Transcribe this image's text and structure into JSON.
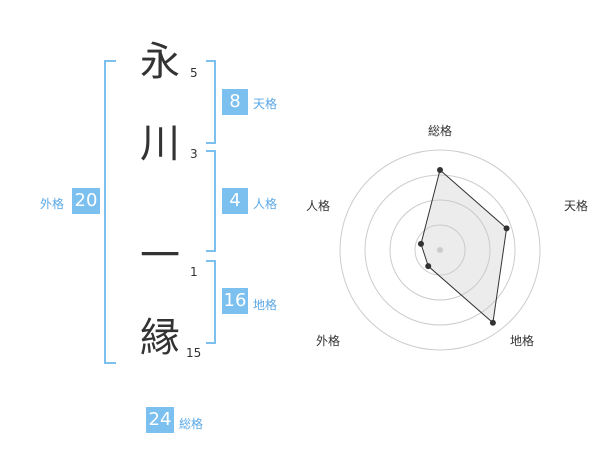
{
  "colors": {
    "accent": "#7cc0f0",
    "text": "#333333",
    "accent_text": "#5aa8e6"
  },
  "name": {
    "characters": [
      {
        "char": "永",
        "strokes": "5"
      },
      {
        "char": "川",
        "strokes": "3"
      },
      {
        "char": "一",
        "strokes": "1"
      },
      {
        "char": "縁",
        "strokes": "15"
      }
    ]
  },
  "fortune": {
    "tenkaku": {
      "value": "8",
      "label": "天格"
    },
    "jinkaku": {
      "value": "4",
      "label": "人格"
    },
    "chikaku": {
      "value": "16",
      "label": "地格"
    },
    "gaikaku": {
      "value": "20",
      "label": "外格"
    },
    "soukaku": {
      "value": "24",
      "label": "総格"
    }
  },
  "chart_data": {
    "type": "radar",
    "axes": [
      "総格",
      "天格",
      "地格",
      "外格",
      "人格"
    ],
    "values": [
      4,
      3.5,
      4.5,
      1,
      1
    ],
    "max": 5,
    "grid_rings": 4
  }
}
